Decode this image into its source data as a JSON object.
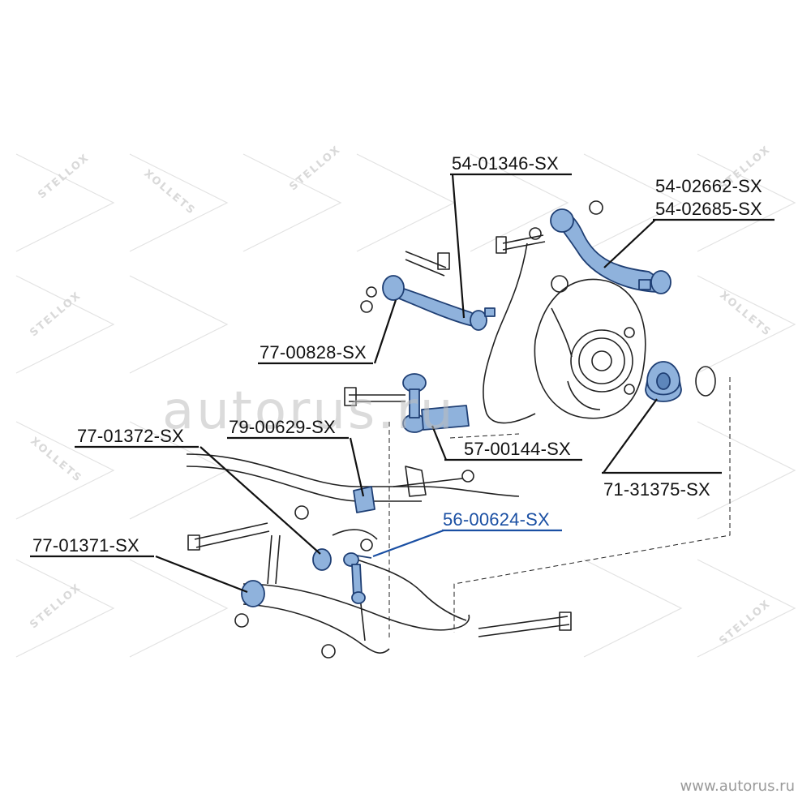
{
  "watermark": {
    "brand": "STELLOX",
    "brand_reversed": "XOLLETS",
    "site_overlay": "autorus.ru",
    "site_url": "www.autorus.ru"
  },
  "parts": [
    {
      "id": "54-01346-SX",
      "highlight": false
    },
    {
      "id": "54-02662-SX",
      "highlight": false
    },
    {
      "id": "54-02685-SX",
      "highlight": false
    },
    {
      "id": "77-00828-SX",
      "highlight": false
    },
    {
      "id": "79-00629-SX",
      "highlight": false
    },
    {
      "id": "77-01372-SX",
      "highlight": false
    },
    {
      "id": "57-00144-SX",
      "highlight": false
    },
    {
      "id": "71-31375-SX",
      "highlight": false
    },
    {
      "id": "56-00624-SX",
      "highlight": true
    },
    {
      "id": "77-01371-SX",
      "highlight": false
    }
  ],
  "colors": {
    "part_fill": "#8fb2dc",
    "part_stroke": "#1f3f74",
    "line": "#111111",
    "highlight_text": "#1a4fa3",
    "watermark": "#d9d9d9"
  }
}
